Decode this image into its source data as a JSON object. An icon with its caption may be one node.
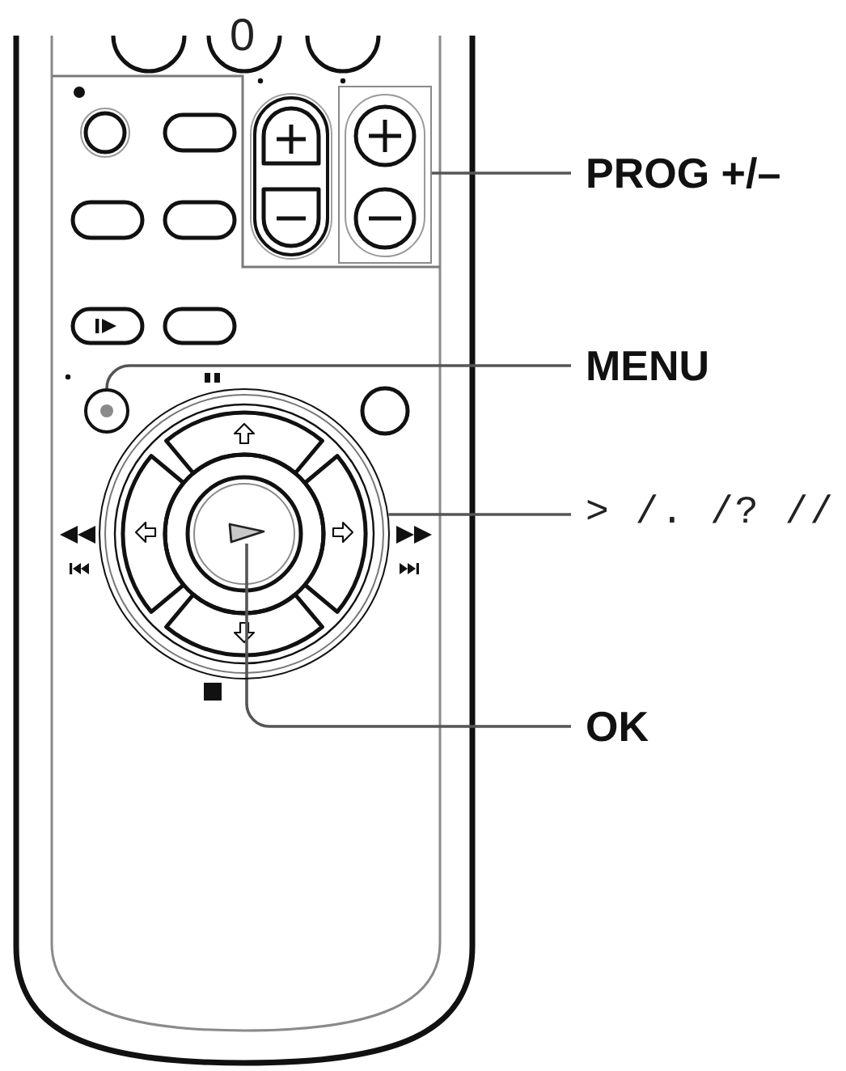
{
  "diagram": {
    "nodes": [
      {
        "text": [
          "PROG +/–"
        ]
      },
      {
        "text": [],
        "shape": "box"
      },
      {
        "text": [
          "MENU"
        ]
      },
      {
        "text": [],
        "shape": "circle"
      },
      {
        "text": [
          "> /. /? //"
        ]
      },
      {
        "text": [],
        "shape": "circle"
      },
      {
        "text": [
          "OK"
        ]
      },
      {
        "text": [],
        "shape": "triangle",
        "in": 5
      }
    ],
    "edges": [
      {
        "from": 0,
        "to": 1,
        "arrow": "none"
      },
      {
        "from": 2,
        "to": 3,
        "arrow": "none"
      },
      {
        "from": 4,
        "to": 5,
        "arrow": "none"
      },
      {
        "from": 6,
        "to": 7,
        "arrow": "none"
      }
    ],
    "labels": [
      "0"
    ]
  }
}
